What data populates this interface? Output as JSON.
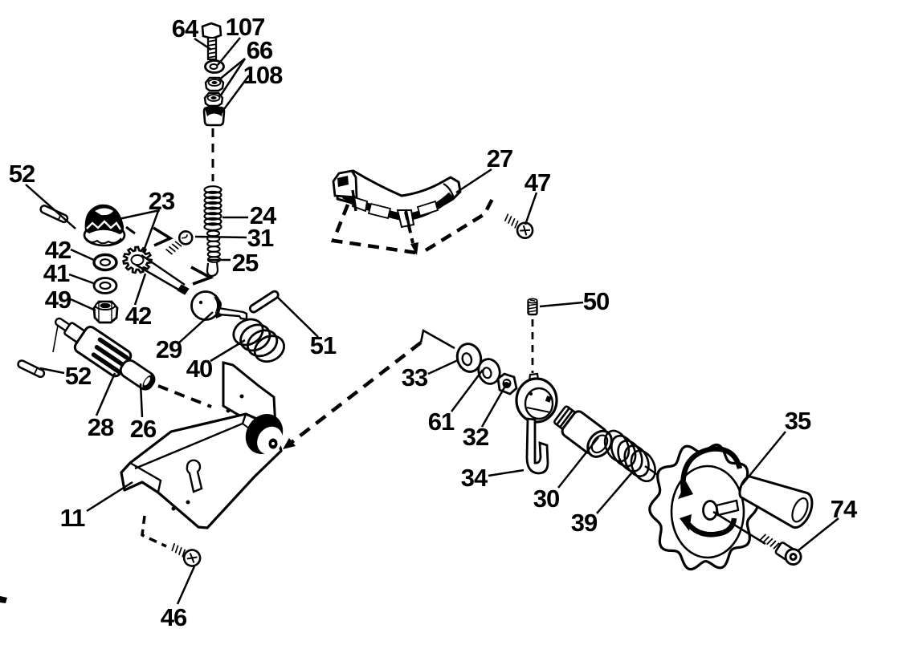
{
  "figure": {
    "kind": "exploded-parts-diagram",
    "ink": "#000000",
    "paper": "#ffffff",
    "callouts": {
      "c64": "64",
      "c107": "107",
      "c66": "66",
      "c108": "108",
      "c52a": "52",
      "c23": "23",
      "c24": "24",
      "c31": "31",
      "c25": "25",
      "c42a": "42",
      "c41": "41",
      "c49": "49",
      "c42b": "42",
      "c29": "29",
      "c40": "40",
      "c51": "51",
      "c52b": "52",
      "c28": "28",
      "c26": "26",
      "c11": "11",
      "c46": "46",
      "c27": "27",
      "c47": "47",
      "c50": "50",
      "c33": "33",
      "c61": "61",
      "c32": "32",
      "c34": "34",
      "c30": "30",
      "c39": "39",
      "c35": "35",
      "c74": "74"
    }
  }
}
